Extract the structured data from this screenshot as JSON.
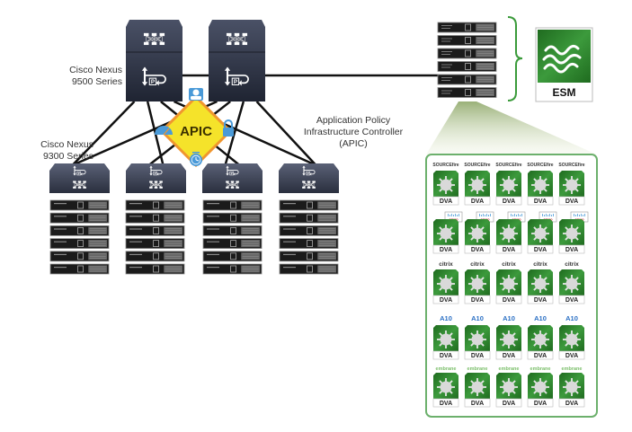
{
  "labels": {
    "spine_line1": "Cisco Nexus",
    "spine_line2": "9500 Series",
    "leaf_line1": "Cisco Nexus",
    "leaf_line2": "9300 Series",
    "apic_caption_line1": "Application Policy",
    "apic_caption_line2": "Infrastructure Controller",
    "apic_caption_line3": "(APIC)"
  },
  "apic": {
    "label": "APIC",
    "fill": "#f5e32a",
    "border": "#f0962e",
    "icon_color": "#4a9ad8"
  },
  "esm": {
    "label": "ESM",
    "color": "#2f8a2f"
  },
  "colors": {
    "switch": "#2d3344",
    "server": "#1b1b1b",
    "accent_green": "#3b9b3b",
    "link": "#111111"
  },
  "topology": {
    "spines": [
      "spine-1",
      "spine-2"
    ],
    "leaves": [
      "leaf-1",
      "leaf-2",
      "leaf-3",
      "leaf-4"
    ],
    "servers_per_leaf": 6,
    "esm_servers": 6
  },
  "dva_panel": {
    "tile_label": "DVA",
    "rows": [
      {
        "vendor": "SOURCEfire",
        "vendor_id": "sourcefire",
        "count": 5
      },
      {
        "vendor": "cisco",
        "vendor_id": "cisco",
        "count": 5
      },
      {
        "vendor": "citrix",
        "vendor_id": "citrix",
        "count": 5
      },
      {
        "vendor": "A10",
        "vendor_id": "a10",
        "count": 5
      },
      {
        "vendor": "embrane",
        "vendor_id": "embrane",
        "count": 5
      }
    ]
  }
}
